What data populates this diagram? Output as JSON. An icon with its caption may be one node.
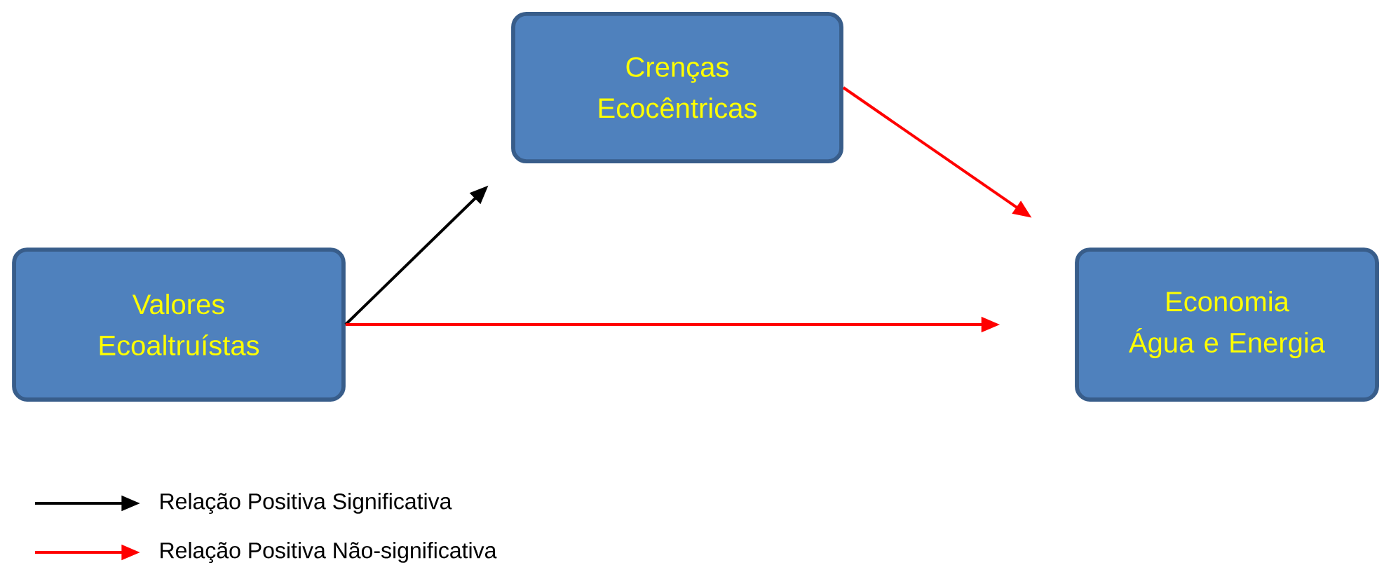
{
  "diagram": {
    "nodes": [
      {
        "text": [
          "Crenças Ecocêntricas"
        ]
      },
      {
        "text": [
          "Valores Ecoaltruístas"
        ]
      },
      {
        "text": [
          "Economia Água e Energia"
        ]
      }
    ],
    "edges": [
      {
        "from": 1,
        "to": 0,
        "arrow": "to",
        "color": "#000000"
      },
      {
        "from": 0,
        "to": 2,
        "arrow": "to"
      },
      {
        "from": 1,
        "to": 2,
        "arrow": "to"
      }
    ],
    "legend": [
      {
        "text": "Relação Positiva Significativa"
      },
      {
        "text": "Relação Positiva Não-significativa"
      }
    ]
  }
}
